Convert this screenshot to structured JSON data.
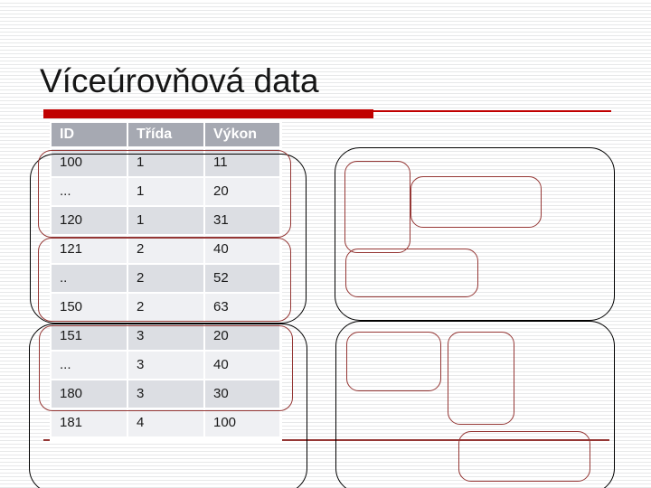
{
  "slide": {
    "title": "Víceúrovňová data"
  },
  "table": {
    "headers": [
      "ID",
      "Třída",
      "Výkon"
    ],
    "rows": [
      [
        "100",
        "1",
        "11"
      ],
      [
        "...",
        "1",
        "20"
      ],
      [
        "120",
        "1",
        "31"
      ],
      [
        "121",
        "2",
        "40"
      ],
      [
        "..",
        "2",
        "52"
      ],
      [
        "150",
        "2",
        "63"
      ],
      [
        "151",
        "3",
        "20"
      ],
      [
        "...",
        "3",
        "40"
      ],
      [
        "180",
        "3",
        "30"
      ],
      [
        "181",
        "4",
        "100"
      ]
    ]
  },
  "colors": {
    "accent_red": "#c00000",
    "outline_red": "#953735",
    "outline_black": "#000000",
    "header_bg": "#a6a9b2",
    "row_dark": "#dcdee3",
    "row_light": "#eff0f3"
  }
}
